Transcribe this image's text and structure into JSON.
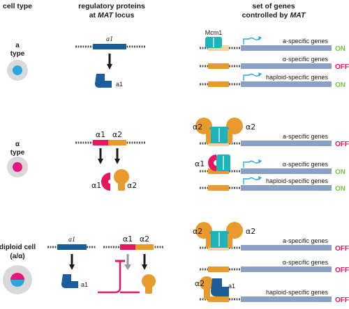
{
  "colors": {
    "blue": "#1b5e9a",
    "magenta": "#e6175c",
    "orange": "#e89a2c",
    "teal": "#1fb3b8",
    "gene_bar": "#8aa0c4",
    "promoter": "#f2d3a6",
    "on": "#7cc242",
    "off": "#e8175d",
    "dna": "#555555"
  },
  "headers": {
    "cell_type": "cell type",
    "regulatory_line1": "regulatory proteins",
    "regulatory_line2_prefix": "at ",
    "regulatory_line2_italic": "MAT",
    "regulatory_line2_suffix": " locus",
    "genes_line1": "set of genes",
    "genes_line2_prefix": "controlled by ",
    "genes_line2_italic": "MAT"
  },
  "cell_types": [
    {
      "label_line1": "a",
      "label_line2": "type"
    },
    {
      "label_line1": "α",
      "label_line2": "type"
    },
    {
      "label_line1": "diploid cell",
      "label_line2": "(a/α)"
    }
  ],
  "locus_labels": {
    "a1_gene": "a1",
    "alpha1_gene": "α1",
    "alpha2_gene": "α2",
    "a1_protein": "a1",
    "alpha1_protein": "α1",
    "alpha2_protein": "α2",
    "mcm1": "Mcm1"
  },
  "gene_rows": [
    {
      "name": "a-specific genes",
      "status": "ON"
    },
    {
      "name": "α-specific genes",
      "status": "OFF"
    },
    {
      "name": "haploid-specific genes",
      "status": "ON"
    },
    {
      "name": "a-specific genes",
      "status": "OFF"
    },
    {
      "name": "α-specific genes",
      "status": "ON"
    },
    {
      "name": "haploid-specific genes",
      "status": "ON"
    },
    {
      "name": "a-specific genes",
      "status": "OFF"
    },
    {
      "name": "α-specific genes",
      "status": "OFF"
    },
    {
      "name": "haploid-specific genes",
      "status": "OFF"
    }
  ]
}
